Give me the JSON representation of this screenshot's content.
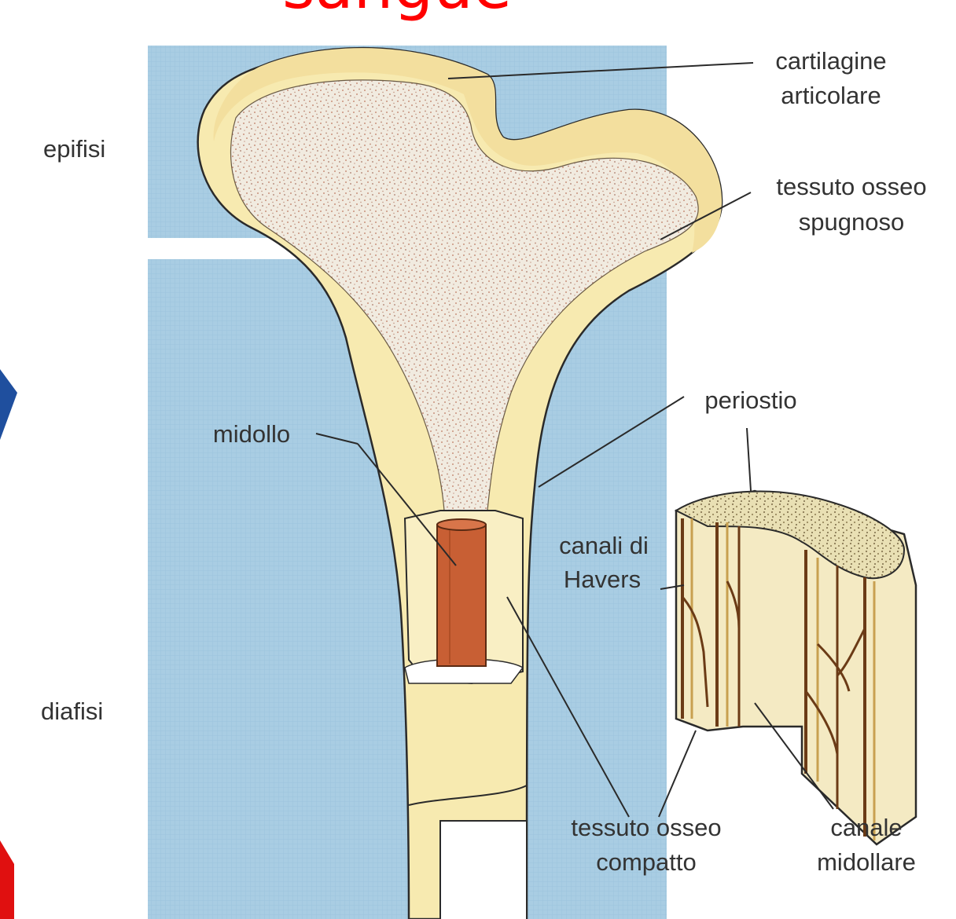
{
  "title": "sangue",
  "colors": {
    "background_panel": "#a9cde3",
    "bone_cortex": "#f7eab0",
    "bone_outline": "#2a2a2a",
    "spongy_speckle": "#c9927c",
    "marrow": "#c85f34",
    "title": "#ff0000",
    "edge_blue": "#1f4f9e",
    "edge_red": "#e01010"
  },
  "labels": {
    "epifisi": "epifisi",
    "diafisi": "diafisi",
    "cartilagine_line1": "cartilagine",
    "cartilagine_line2": "articolare",
    "spugnoso_line1": "tessuto osseo",
    "spugnoso_line2": "spugnoso",
    "periostio": "periostio",
    "midollo": "midollo",
    "havers_line1": "canali di",
    "havers_line2": "Havers",
    "compatto_line1": "tessuto osseo",
    "compatto_line2": "compatto",
    "canale_line1": "canale",
    "canale_line2": "midollare"
  }
}
